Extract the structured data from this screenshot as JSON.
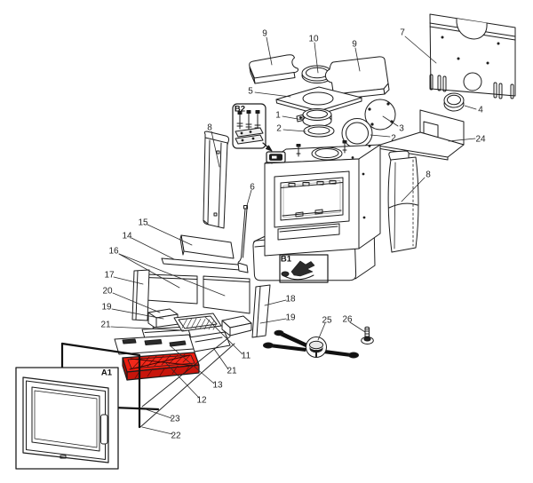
{
  "diagram": {
    "kind": "exploded parts diagram",
    "subject": "wood-burning stove / fireplace exploded view with numbered callouts",
    "background_color": "#ffffff",
    "line_color": "#1c1c1c",
    "highlight_color": "#ed1c0f",
    "highlighted_part": {
      "number": "12",
      "name": "ash-pan-highlighted-red"
    }
  },
  "callouts": {
    "c9a": "9",
    "c10": "10",
    "c9b": "9",
    "c7": "7",
    "c5": "5",
    "c1": "1",
    "c2a": "2",
    "c3": "3",
    "c2b": "2",
    "c4": "4",
    "c24": "24",
    "c8a": "8",
    "c8b": "8",
    "c6": "6",
    "c15": "15",
    "c14": "14",
    "c16": "16",
    "c17": "17",
    "c20": "20",
    "c19a": "19",
    "c21a": "21",
    "c18": "18",
    "c19b": "19",
    "c25": "25",
    "c26": "26",
    "c11": "11",
    "c21b": "21",
    "c13": "13",
    "c12": "12",
    "c23": "23",
    "c22": "22",
    "boxA1": "A1",
    "boxB1": "B1",
    "boxB2": "B2"
  }
}
